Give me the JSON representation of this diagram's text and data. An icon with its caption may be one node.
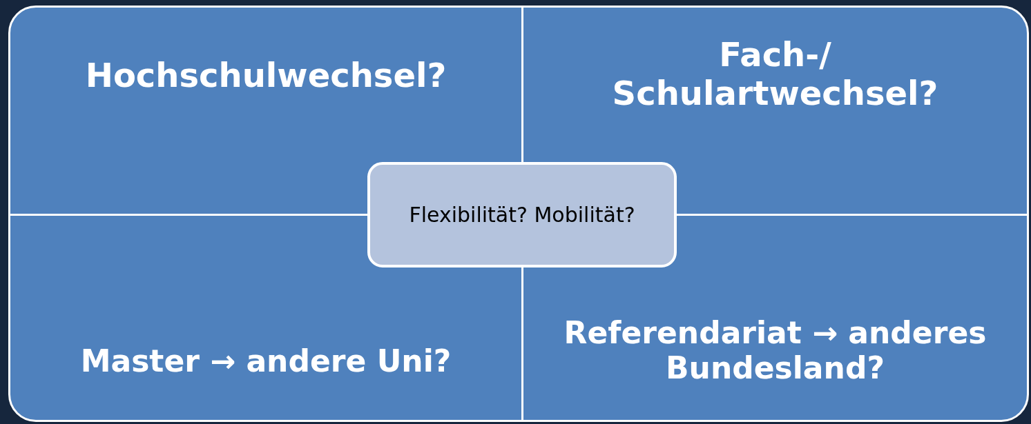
{
  "diagram": {
    "nodes": [
      {
        "text": [
          "Hochschulwechsel?"
        ]
      },
      {
        "text": [
          "Fach-/ Schulartwechsel?"
        ]
      },
      {
        "text": [
          "Flexibilität? Mobilität?"
        ]
      },
      {
        "text": [
          "Master → andere Uni?"
        ]
      },
      {
        "text": [
          "Referendariat → anderes Bundesland?"
        ]
      }
    ]
  }
}
